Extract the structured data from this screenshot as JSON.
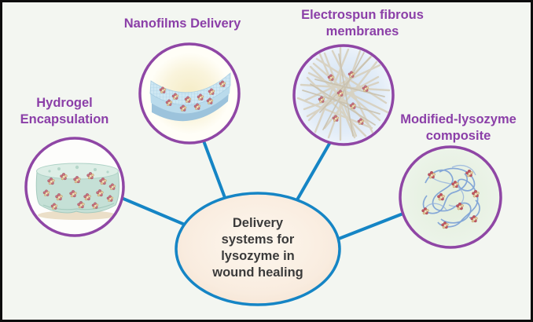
{
  "figure": {
    "center": {
      "label_lines": [
        "Delivery",
        "systems for",
        "lysozyme in",
        "wound healing"
      ]
    },
    "nodes": [
      {
        "id": "hydrogel-encapsulation",
        "label_lines": [
          "Hydrogel",
          "Encapsulation"
        ],
        "icon": "hydrogel-block-illustration"
      },
      {
        "id": "nanofilms-delivery",
        "label_lines": [
          "Nanofilms Delivery"
        ],
        "icon": "nanofilm-sheet-illustration"
      },
      {
        "id": "electrospun-fibrous-membranes",
        "label_lines": [
          "Electrospun fibrous",
          "membranes"
        ],
        "icon": "electrospun-fiber-mesh-illustration"
      },
      {
        "id": "modified-lysozyme-composite",
        "label_lines": [
          "Modified-lysozyme",
          "composite"
        ],
        "icon": "polymer-lysozyme-composite-illustration"
      }
    ],
    "colors": {
      "node_label_text": "#8b3fa8",
      "node_circle_border": "#8f46a5",
      "connector_line": "#1585c5",
      "center_ellipse_border": "#1585c5",
      "center_ellipse_fill": "#f9ecdf",
      "center_text": "#3b3b3b",
      "canvas_background": "#f3f6f1",
      "outer_frame": "#0d0d0d"
    }
  }
}
